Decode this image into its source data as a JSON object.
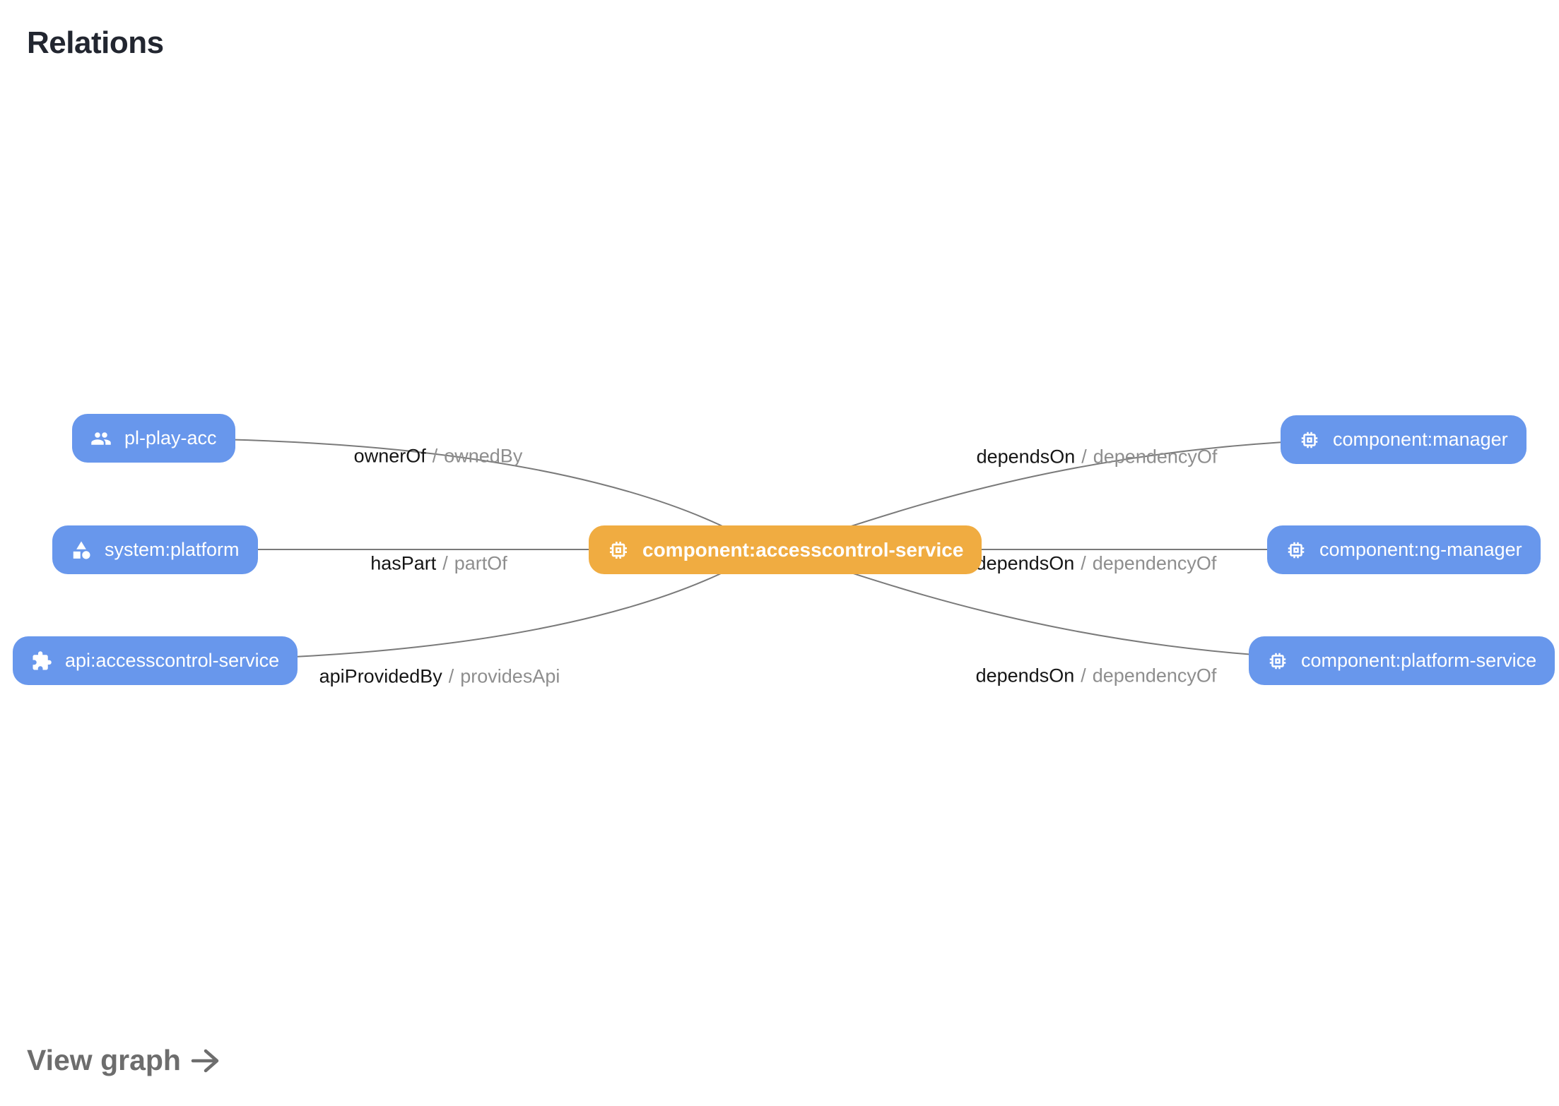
{
  "header": {
    "title": "Relations"
  },
  "footer": {
    "view_graph_label": "View graph",
    "arrow_icon": "arrow-right-icon"
  },
  "colors": {
    "node_blue": "#6897EC",
    "node_orange": "#F0AC41",
    "edge_line": "#7a7a7a",
    "label_primary": "#151515",
    "label_secondary": "#8E8E8E",
    "title_text": "#222630",
    "footer_text": "#6d6d6d"
  },
  "graph": {
    "center": {
      "label": "component:accesscontrol-service",
      "icon": "memory-chip-icon"
    },
    "nodes": [
      {
        "label": "pl-play-acc",
        "icon": "group-icon",
        "side": "left"
      },
      {
        "label": "system:platform",
        "icon": "category-shapes-icon",
        "side": "left"
      },
      {
        "label": "api:accesscontrol-service",
        "icon": "extension-puzzle-icon",
        "side": "left"
      },
      {
        "label": "component:manager",
        "icon": "memory-chip-icon",
        "side": "right"
      },
      {
        "label": "component:ng-manager",
        "icon": "memory-chip-icon",
        "side": "right"
      },
      {
        "label": "component:platform-service",
        "icon": "memory-chip-icon",
        "side": "right"
      }
    ],
    "edges": [
      {
        "from": "pl-play-acc",
        "to": "component:accesscontrol-service",
        "forward": "ownerOf",
        "separator": "/",
        "reverse": "ownedBy"
      },
      {
        "from": "system:platform",
        "to": "component:accesscontrol-service",
        "forward": "hasPart",
        "separator": "/",
        "reverse": "partOf"
      },
      {
        "from": "api:accesscontrol-service",
        "to": "component:accesscontrol-service",
        "forward": "apiProvidedBy",
        "separator": "/",
        "reverse": "providesApi"
      },
      {
        "from": "component:accesscontrol-service",
        "to": "component:manager",
        "forward": "dependsOn",
        "separator": "/",
        "reverse": "dependencyOf"
      },
      {
        "from": "component:accesscontrol-service",
        "to": "component:ng-manager",
        "forward": "dependsOn",
        "separator": "/",
        "reverse": "dependencyOf"
      },
      {
        "from": "component:accesscontrol-service",
        "to": "component:platform-service",
        "forward": "dependsOn",
        "separator": "/",
        "reverse": "dependencyOf"
      }
    ]
  }
}
